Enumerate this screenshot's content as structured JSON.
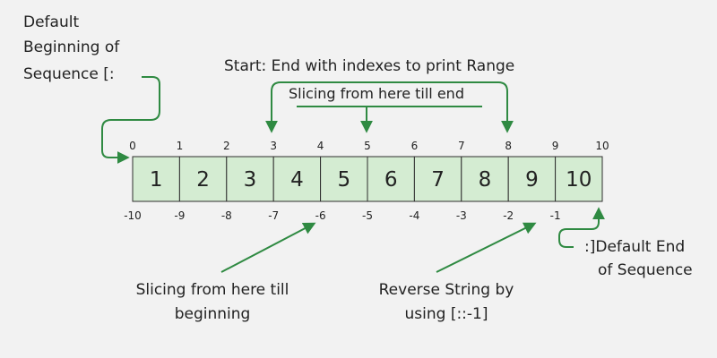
{
  "cells": {
    "values": [
      "1",
      "2",
      "3",
      "4",
      "5",
      "6",
      "7",
      "8",
      "9",
      "10"
    ],
    "positive_indexes": [
      "0",
      "1",
      "2",
      "3",
      "4",
      "5",
      "6",
      "7",
      "8",
      "9",
      "10"
    ],
    "negative_indexes": [
      "-10",
      "-9",
      "-8",
      "-7",
      "-6",
      "-5",
      "-4",
      "-3",
      "-2",
      "-1"
    ]
  },
  "labels": {
    "default_beginning_line1": "Default",
    "default_beginning_line2": "Beginning of",
    "default_beginning_line3": "Sequence [:",
    "start_end_range": "Start: End with indexes to print Range",
    "slicing_till_end": "Slicing from here till end",
    "slicing_till_beginning_line1": "Slicing from here till",
    "slicing_till_beginning_line2": "beginning",
    "reverse_string_line1": "Reverse String by",
    "reverse_string_line2": "using [::-1]",
    "default_end_line1": ":]Default End",
    "default_end_line2": "of Sequence"
  },
  "colors": {
    "cell_fill": "#d4ecd2",
    "cell_stroke": "#2e2e2e",
    "arrow": "#2f8a42",
    "background": "#f2f2f2"
  }
}
